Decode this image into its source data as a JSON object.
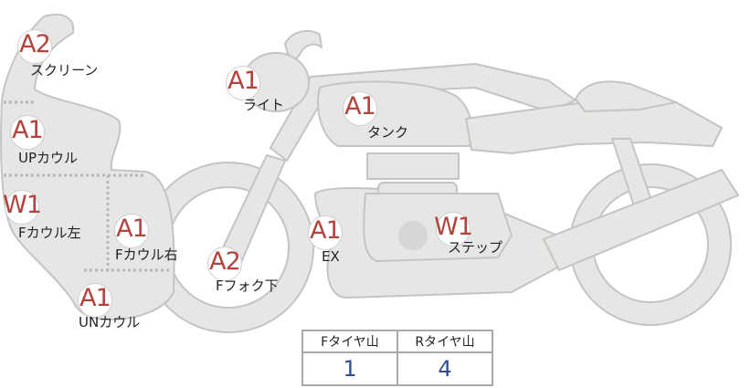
{
  "parts": [
    {
      "key": "screen",
      "code": "A2",
      "label": "スクリーン"
    },
    {
      "key": "up_cowl",
      "code": "A1",
      "label": "UPカウル"
    },
    {
      "key": "f_cowl_l",
      "code": "W1",
      "label": "Fカウル左"
    },
    {
      "key": "f_cowl_r",
      "code": "A1",
      "label": "Fカウル右"
    },
    {
      "key": "un_cowl",
      "code": "A1",
      "label": "UNカウル"
    },
    {
      "key": "light",
      "code": "A1",
      "label": "ライト"
    },
    {
      "key": "tank",
      "code": "A1",
      "label": "タンク"
    },
    {
      "key": "f_fork",
      "code": "A2",
      "label": "Fフォク下"
    },
    {
      "key": "ex",
      "code": "A1",
      "label": "EX"
    },
    {
      "key": "step",
      "code": "W1",
      "label": "ステップ"
    }
  ],
  "tire_table": {
    "headers": [
      "Fタイヤ山",
      "Rタイヤ山"
    ],
    "values": [
      "1",
      "4"
    ]
  },
  "colors": {
    "body_fill": "#e6e6e4",
    "body_stroke": "#c4c4c2",
    "code_text": "#b2433f",
    "value_text": "#2f4d8e",
    "table_border": "#a9a9a9"
  }
}
